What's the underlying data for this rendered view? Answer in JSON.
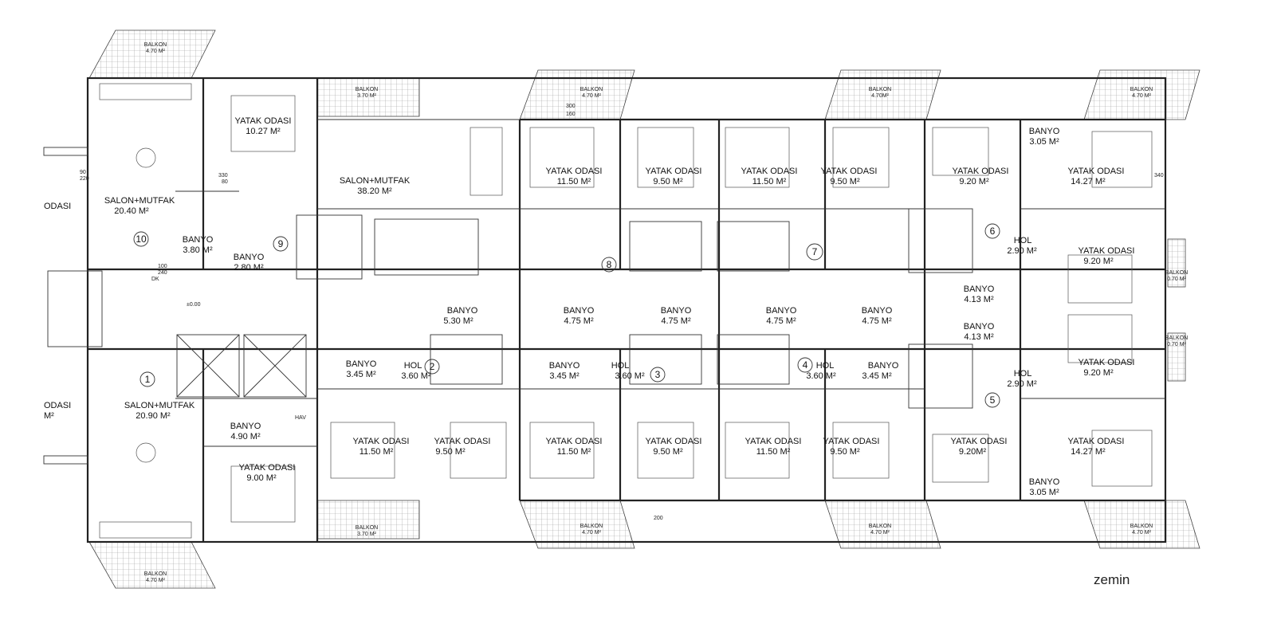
{
  "caption": "zemin",
  "balconies": [
    {
      "title": "BALKON",
      "area": "4.70 M²"
    },
    {
      "title": "BALKON",
      "area": "3.70 M²"
    },
    {
      "title": "BALKON",
      "area": "4.70 M²"
    },
    {
      "title": "BALKON",
      "area": "4.70M²"
    },
    {
      "title": "BALKON",
      "area": "4.70 M²"
    },
    {
      "title": "BALKON",
      "area": "3.70 M²"
    },
    {
      "title": "BALKON",
      "area": "4.70 M²"
    },
    {
      "title": "BALKON",
      "area": "4.70 M²"
    },
    {
      "title": "BALKON",
      "area": "4.70 M²"
    },
    {
      "title": "BALKON",
      "area": "4.70 M²"
    }
  ],
  "side_balconies": [
    {
      "title": "BALKON",
      "area": "0.70 M²"
    },
    {
      "title": "BALKON",
      "area": "0.70 M²"
    }
  ],
  "rooms": [
    {
      "name": "YATAK ODASI",
      "area": "10.27 M²"
    },
    {
      "name": "SALON+MUTFAK",
      "area": "38.20 M²"
    },
    {
      "name": "SALON+MUTFAK",
      "area": "20.40 M²"
    },
    {
      "name": "BANYO",
      "area": "3.80 M²"
    },
    {
      "name": "BANYO",
      "area": "2.80 M²"
    },
    {
      "name": "YATAK ODASI",
      "area": "11.50 M²"
    },
    {
      "name": "YATAK ODASI",
      "area": "9.50 M²"
    },
    {
      "name": "YATAK ODASI",
      "area": "11.50 M²"
    },
    {
      "name": "YATAK ODASI",
      "area": "9.50 M²"
    },
    {
      "name": "YATAK ODASI",
      "area": "9.20 M²"
    },
    {
      "name": "BANYO",
      "area": "3.05 M²"
    },
    {
      "name": "YATAK ODASI",
      "area": "14.27 M²"
    },
    {
      "name": "HOL",
      "area": "2.90 M²"
    },
    {
      "name": "YATAK ODASI",
      "area": "9.20 M²"
    },
    {
      "name": "BANYO",
      "area": "5.30 M²"
    },
    {
      "name": "BANYO",
      "area": "4.75 M²"
    },
    {
      "name": "BANYO",
      "area": "4.75 M²"
    },
    {
      "name": "BANYO",
      "area": "4.75 M²"
    },
    {
      "name": "BANYO",
      "area": "4.75 M²"
    },
    {
      "name": "BANYO",
      "area": "4.13 M²"
    },
    {
      "name": "BANYO",
      "area": "4.13 M²"
    },
    {
      "name": "SALON+MUTFAK",
      "area": "20.90 M²"
    },
    {
      "name": "BANYO",
      "area": "3.45 M²"
    },
    {
      "name": "HOL",
      "area": "3.60 M²"
    },
    {
      "name": "BANYO",
      "area": "3.45 M²"
    },
    {
      "name": "HOL",
      "area": "3.60 M²"
    },
    {
      "name": "HOL",
      "area": "3.60 M²"
    },
    {
      "name": "BANYO",
      "area": "3.45 M²"
    },
    {
      "name": "YATAK ODASI",
      "area": "9.20 M²"
    },
    {
      "name": "HOL",
      "area": "2.90 M²"
    },
    {
      "name": "BANYO",
      "area": "4.90 M²"
    },
    {
      "name": "YATAK ODASI",
      "area": "9.00 M²"
    },
    {
      "name": "YATAK ODASI",
      "area": "11.50 M²"
    },
    {
      "name": "YATAK ODASI",
      "area": "9.50 M²"
    },
    {
      "name": "YATAK ODASI",
      "area": "11.50 M²"
    },
    {
      "name": "YATAK ODASI",
      "area": "9.50 M²"
    },
    {
      "name": "YATAK ODASI",
      "area": "11.50 M²"
    },
    {
      "name": "YATAK ODASI",
      "area": "9.50 M²"
    },
    {
      "name": "YATAK ODASI",
      "area": "9.20M²"
    },
    {
      "name": "YATAK ODASI",
      "area": "14.27 M²"
    },
    {
      "name": "BANYO",
      "area": "3.05 M²"
    }
  ],
  "partial_labels": [
    "ODASI",
    "ODASI",
    "M²"
  ],
  "unit_numbers": [
    "10",
    "9",
    "8",
    "7",
    "6",
    "1",
    "2",
    "3",
    "4",
    "5"
  ],
  "dimension_notes": [
    "90",
    "220",
    "330",
    "80",
    "100",
    "240",
    "160",
    "300",
    "340",
    "200",
    "DK",
    "HAV",
    "±0.00"
  ]
}
